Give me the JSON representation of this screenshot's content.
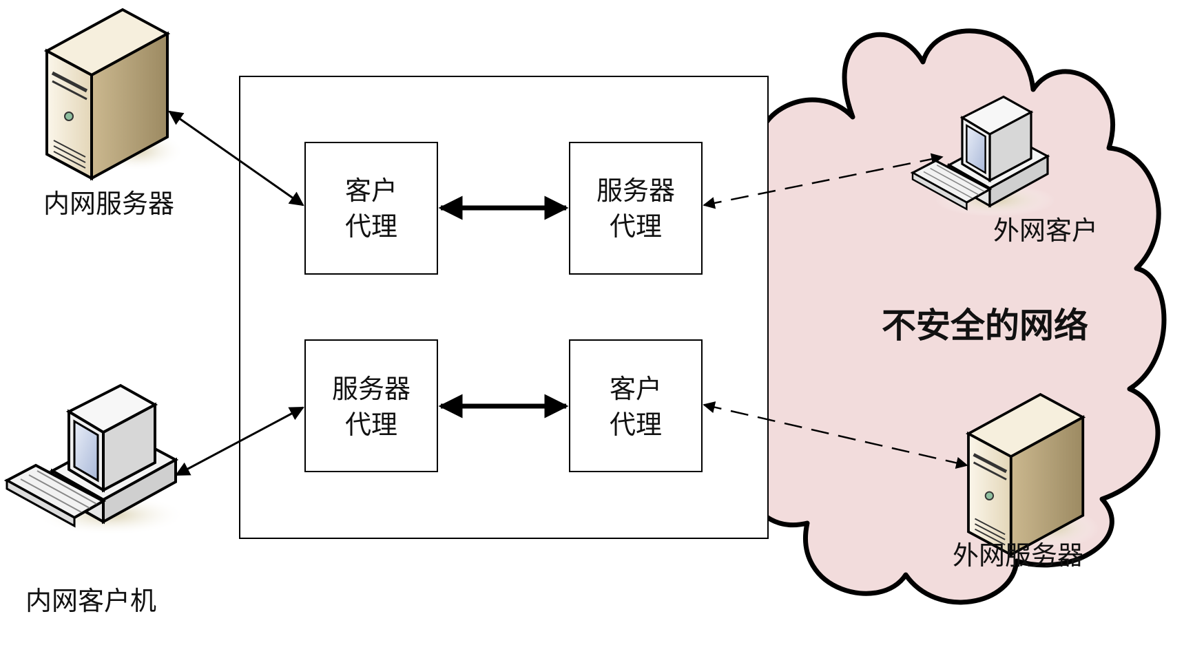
{
  "labels": {
    "internal_server": "内网服务器",
    "internal_client": "内网客户机",
    "external_client": "外网客户",
    "external_server": "外网服务器",
    "cloud_title": "不安全的网络"
  },
  "proxies": {
    "top_left": [
      "客户",
      "代理"
    ],
    "top_right": [
      "服务器",
      "代理"
    ],
    "bottom_left": [
      "服务器",
      "代理"
    ],
    "bottom_right": [
      "客户",
      "代理"
    ]
  },
  "colors": {
    "cloud_fill": "#f2dcdc",
    "stroke": "#000000",
    "server_body": "#e8dcc2",
    "server_side": "#b9a67e",
    "monitor_body": "#f2f2f2",
    "screen": "#c9d4ea"
  }
}
